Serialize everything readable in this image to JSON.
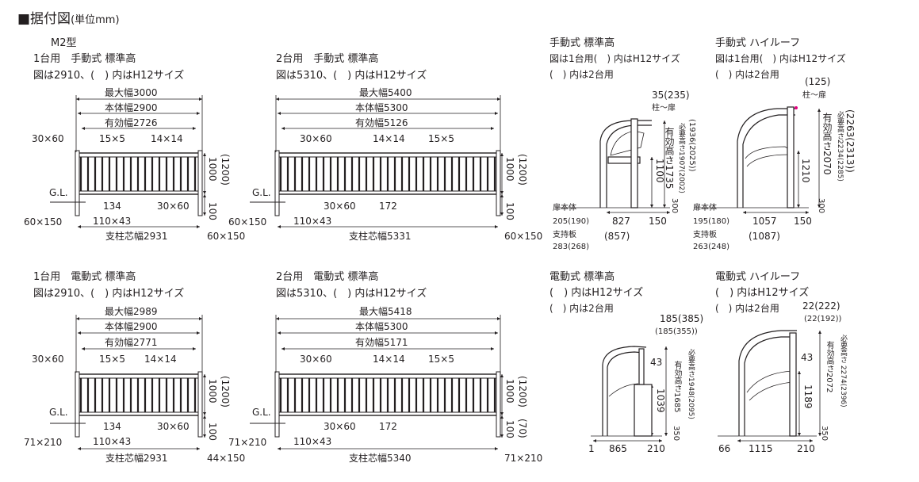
{
  "header": {
    "title": "■据付図",
    "unit": "(単位mm)"
  },
  "model": "M2型",
  "panels": {
    "p1": {
      "title": "1台用　手動式 標準高",
      "note": "図は2910、(　) 内はH12サイズ",
      "max": "最大幅3000",
      "body": "本体幅2900",
      "eff": "有効幅2726",
      "a": "30×60",
      "b": "15×5",
      "c": "14×14",
      "gl": "G.L.",
      "d134": "134",
      "d30": "30×60",
      "d110": "110×43",
      "pillar": "60×150",
      "center": "支柱芯幅2931",
      "pillar2": "60×150",
      "h1000": "1000",
      "h1200": "(1200)",
      "h100": "100"
    },
    "p2": {
      "title": "2台用　手動式 標準高",
      "note": "図は5310、(　) 内はH12サイズ",
      "max": "最大幅5400",
      "body": "本体幅5300",
      "eff": "有効幅5126",
      "a": "30×60",
      "b": "14×14",
      "c": "15×5",
      "gl": "G.L.",
      "d30": "30×60",
      "d172": "172",
      "d110": "110×43",
      "pillar": "60×150",
      "center": "支柱芯幅5331",
      "pillar2": "60×150",
      "h1000": "1000",
      "h1200": "(1200)",
      "h100": "100"
    },
    "p3": {
      "title": "1台用　電動式 標準高",
      "note": "図は2910、(　) 内はH12サイズ",
      "max": "最大幅2989",
      "body": "本体幅2900",
      "eff": "有効幅2771",
      "a": "30×60",
      "b": "15×5",
      "c": "14×14",
      "gl": "G.L.",
      "d134": "134",
      "d30": "30×60",
      "d110": "110×43",
      "pillar": "71×210",
      "center": "支柱芯幅2931",
      "pillar2": "44×150",
      "h1000": "1000",
      "h1200": "(1200)",
      "h100": "100"
    },
    "p4": {
      "title": "2台用　電動式 標準高",
      "note": "図は5310、(　) 内はH12サイズ",
      "max": "最大幅5418",
      "body": "本体幅5300",
      "eff": "有効幅5171",
      "a": "30×60",
      "b": "14×14",
      "c": "15×5",
      "gl": "G.L.",
      "d30": "30×60",
      "d172": "172",
      "d110": "110×43",
      "pillar": "71×210",
      "center": "支柱芯幅5340",
      "pillar2": "71×210",
      "h1000": "1000",
      "h1200": "(1200)",
      "h100": "100",
      "h70": "(70)"
    },
    "s1": {
      "title": "手動式 標準高",
      "n1": "図は1台用(　) 内はH12サイズ",
      "n2": "(　) 内は2台用",
      "top": "35(235)",
      "col": "柱～扉",
      "eff": "有効高さ1735",
      "req1": "必要高さ1907(2002)",
      "req2": "(1936(2025))",
      "h1100": "1100",
      "h300": "300",
      "door": "扉本体",
      "door_v": "205(190)",
      "w827": "827",
      "w150": "150",
      "plate": "支持板",
      "plate_v": "283(268)",
      "w857": "(857)"
    },
    "s2": {
      "title": "手動式 ハイルーフ",
      "n1": "図は1台用(　) 内はH12サイズ",
      "n2": "(　) 内は2台用",
      "top": "(125)",
      "col": "柱～扉",
      "eff": "有効高さ2070",
      "req1": "必要高さ2234(2285)",
      "req2": "(2263(2313))",
      "h1210": "1210",
      "h300": "300",
      "door": "扉本体",
      "door_v": "195(180)",
      "w1057": "1057",
      "w150": "150",
      "plate": "支持板",
      "plate_v": "263(248)",
      "w1087": "(1087)"
    },
    "s3": {
      "title": "電動式 標準高",
      "n1": "(　) 内はH12サイズ",
      "n2": "(　) 内は2台用",
      "top": "185(385)",
      "top2": "(185(355))",
      "d43": "43",
      "eff": "有効高さ1685",
      "req": "必要高さ1948(2095)",
      "h1039": "1039",
      "h350": "350",
      "w1": "1",
      "w865": "865",
      "w210": "210"
    },
    "s4": {
      "title": "電動式 ハイルーフ",
      "n1": "(　) 内はH12サイズ",
      "n2": "(　) 内は2台用",
      "top": "22(222)",
      "top2": "(22(192))",
      "d43": "43",
      "eff": "有効高さ2072",
      "req": "必要高さ 2274(2396)",
      "h1189": "1189",
      "h350": "350",
      "w66": "66",
      "w1115": "1115",
      "w210": "210"
    }
  }
}
